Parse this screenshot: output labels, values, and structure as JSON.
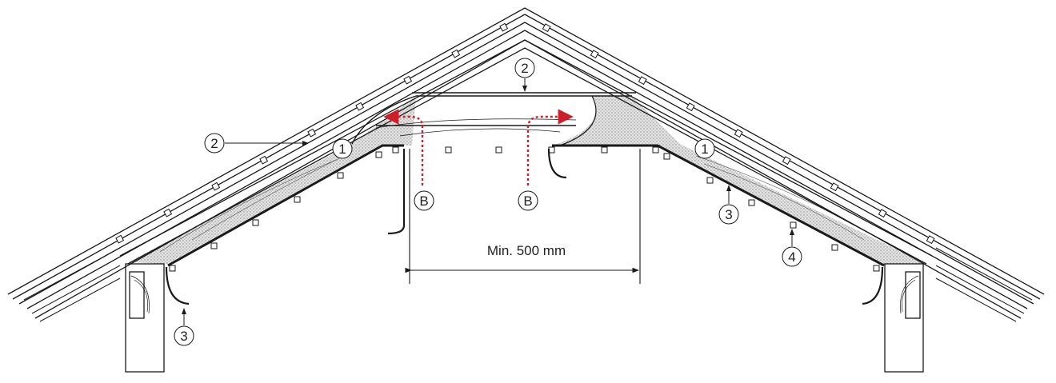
{
  "callouts": {
    "one_left": "1",
    "one_right": "1",
    "two_top": "2",
    "two_left": "2",
    "three_left": "3",
    "three_right": "3",
    "four_right": "4",
    "b_left": "B",
    "b_right": "B"
  },
  "dimension": {
    "label": "Min. 500 mm"
  },
  "colors": {
    "line": "#1a1a1a",
    "insulation": "#d9d9d9",
    "airflow": "#cc1f2a"
  }
}
